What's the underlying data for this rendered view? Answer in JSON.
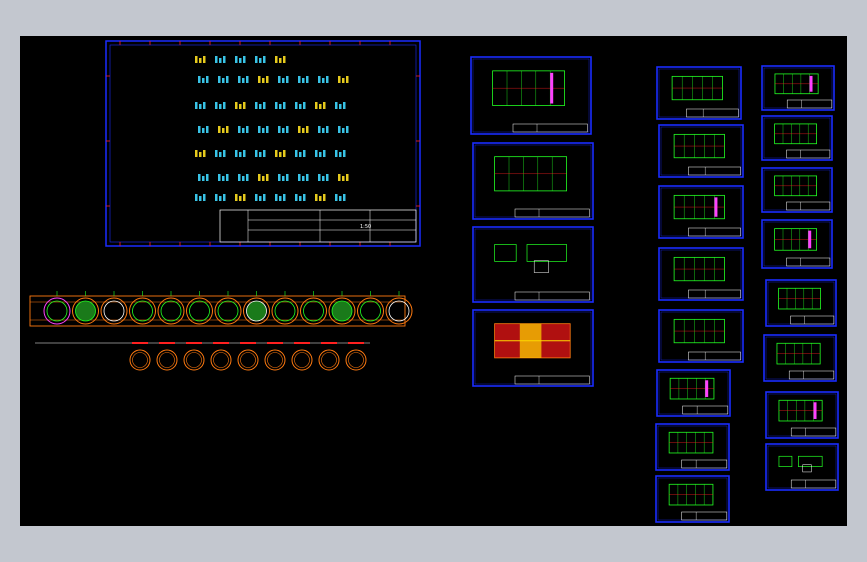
{
  "viewer": {
    "background": "#000000",
    "frame": "#c3c7cf"
  },
  "colors": {
    "border": "#1a2cff",
    "text": "#3fd8ff",
    "green": "#22ff22",
    "orange": "#ff7a10",
    "white": "#ffffff",
    "red": "#ff2020",
    "magenta": "#ff40ff",
    "yellow": "#ffd800"
  },
  "title_block": {
    "scale_label": "1:50"
  },
  "drawing_groups": [
    "column-1-sheets",
    "column-2-sheets",
    "column-3-sheets"
  ]
}
